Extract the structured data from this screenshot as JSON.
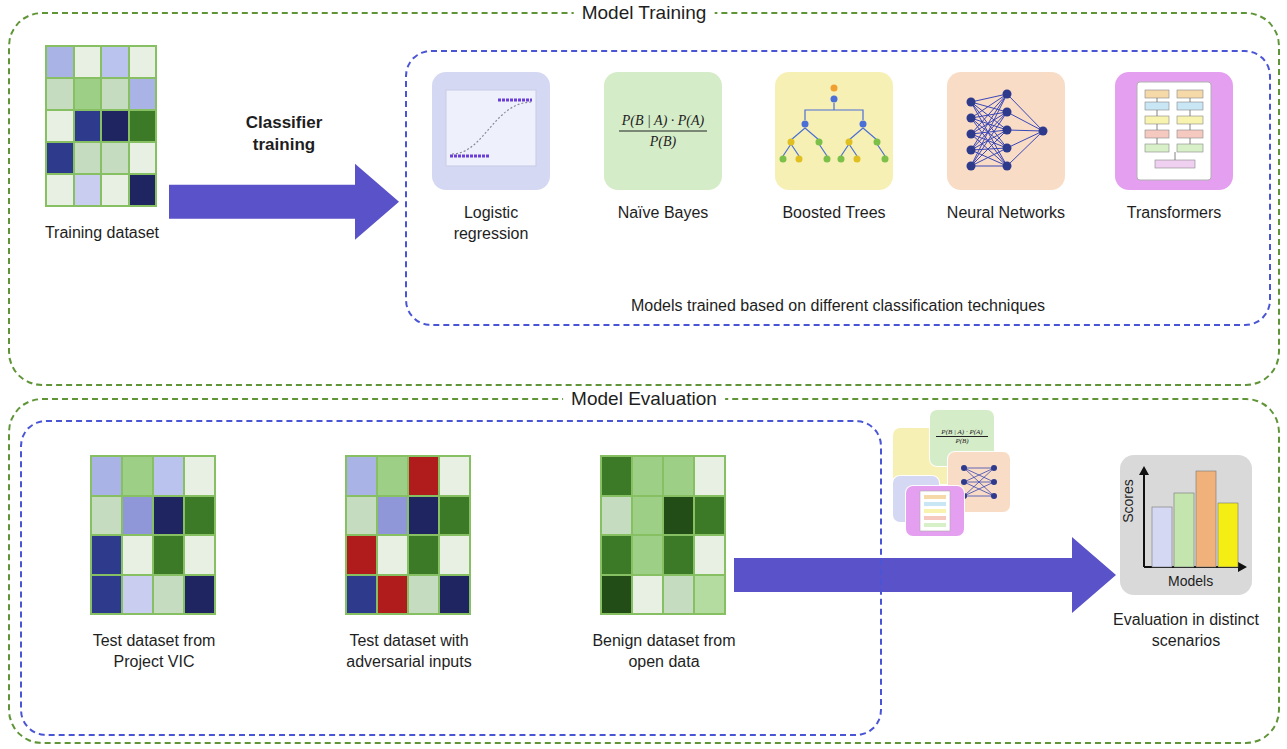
{
  "diagram": {
    "nodes": [
      {
        "text": [
          "Model Training"
        ]
      },
      {
        "text": [
          "Training dataset"
        ],
        "in": 0
      },
      {
        "text": [
          "Models trained based on different classification techniques"
        ],
        "in": 0
      },
      {
        "text": [
          "Logistic regression"
        ],
        "in": 2
      },
      {
        "text": [
          "P(B | A) · P(A)",
          "P(B)",
          "Naïve Bayes"
        ],
        "in": 2
      },
      {
        "text": [
          "Boosted Trees"
        ],
        "in": 2
      },
      {
        "text": [
          "Neural Networks"
        ],
        "in": 2
      },
      {
        "text": [
          "Transformers"
        ],
        "in": 2
      },
      {
        "text": [
          "Model Evaluation"
        ]
      },
      {
        "text": [
          "Test dataset from Project VIC"
        ],
        "in": 8
      },
      {
        "text": [
          "Test dataset with adversarial inputs"
        ],
        "in": 8
      },
      {
        "text": [
          "Benign dataset from open data"
        ],
        "in": 8
      },
      {
        "text": [
          "Scores",
          "Models",
          "Evaluation in distinct scenarios"
        ],
        "in": 8
      }
    ],
    "edges": [
      {
        "from": 1,
        "to": 2,
        "label": "Classifier training",
        "arrow": "to"
      },
      {
        "from": 11,
        "to": 12,
        "arrow": "to"
      }
    ],
    "labels": [
      "P(B | A) · P(A)",
      "P(B)"
    ]
  }
}
